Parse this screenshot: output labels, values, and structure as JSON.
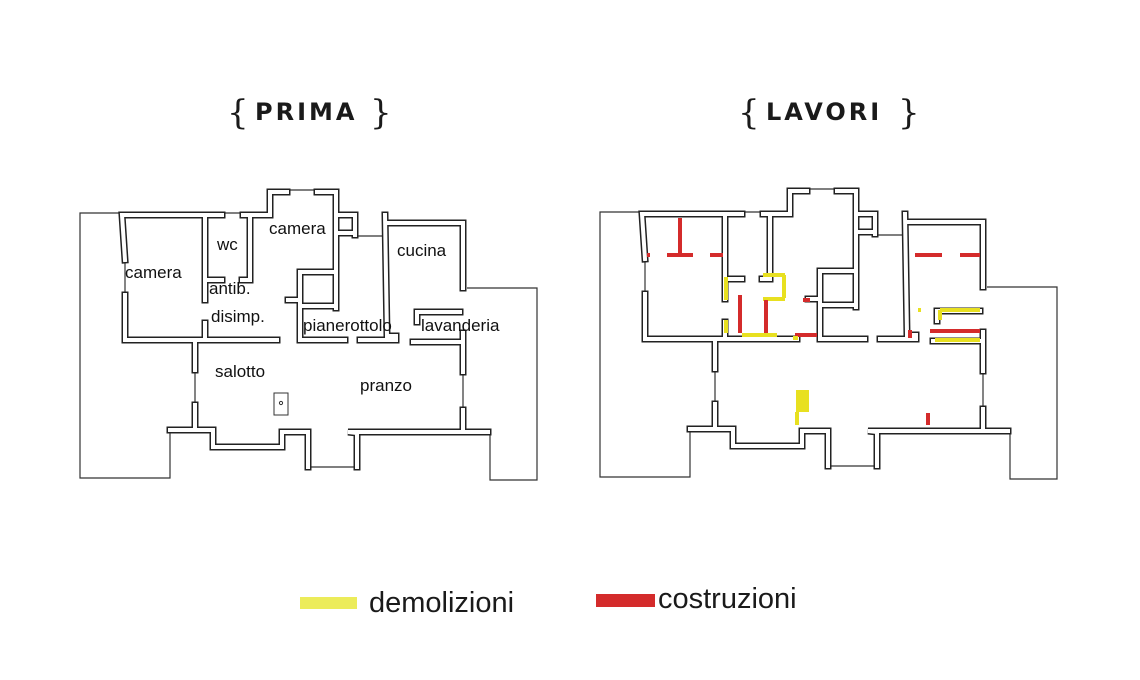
{
  "titles": {
    "before": "PRIMA",
    "works": "LAVORI",
    "brace_open": "{",
    "brace_close": "}"
  },
  "rooms": {
    "camera_left": "camera",
    "wc": "wc",
    "camera_top": "camera",
    "cucina": "cucina",
    "antib": "antib.",
    "disimp": "disimp.",
    "pianerottolo": "pianerottolo",
    "lavanderia": "lavanderia",
    "salotto": "salotto",
    "pranzo": "pranzo"
  },
  "legend": [
    {
      "label": "demolizioni",
      "color": "#ecec5a"
    },
    {
      "label": "costruzioni",
      "color": "#d42b2b"
    }
  ],
  "colors": {
    "demolition": "#e8e020",
    "construction": "#d42b2b",
    "wall": "#222222"
  }
}
